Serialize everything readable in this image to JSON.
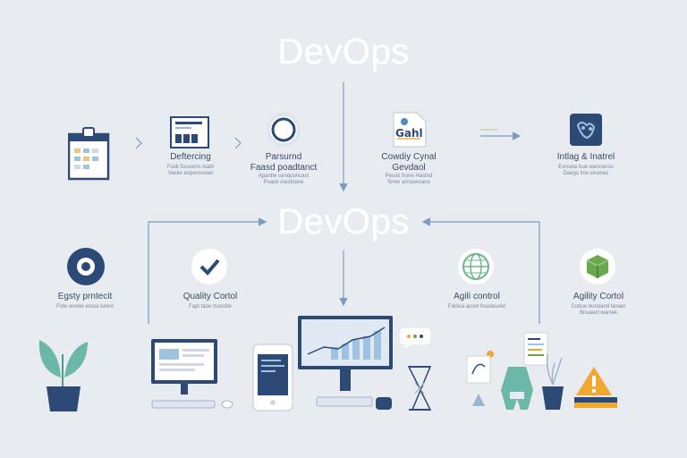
{
  "titles": {
    "top": "DevOps",
    "middle": "DevOps"
  },
  "row1": [
    {
      "label": "Deftercing",
      "sub": "Fusk fucuorns loabl\nVaske enperoswan"
    },
    {
      "label": "Parsurnd\nFaasd poadtanct",
      "sub": "Apanhe cenquoncast\nPoaok mastoane"
    },
    {
      "label": "Cowdiy Cynal\nGevdaol",
      "sub": "Peusk frone Hastnd\nSmer arrouwoane"
    },
    {
      "label": "Intlag & Inatrel",
      "sub": "Evisune bue wancenso\nDaegs lnio sinanas"
    }
  ],
  "row2": [
    {
      "label": "Egsty prntecit",
      "sub": "Fote oreete eruxa luned"
    },
    {
      "label": "Quality Cortol",
      "sub": "Fapt taoe Isucobe"
    },
    {
      "label": "Agili control",
      "sub": "Fatoca acoel feuetauriet"
    },
    {
      "label": "Agility Cortol",
      "sub": "Codue bunoand lanaer\nBnuaecl wanwe"
    }
  ],
  "chips": {
    "doc_text": "Gahl"
  },
  "colors": {
    "navy": "#2c4a75",
    "blue": "#7b9cc4",
    "green": "#6aa84f",
    "teal": "#6bb8a8",
    "orange": "#f0a830",
    "bg": "#e8ecf1"
  }
}
